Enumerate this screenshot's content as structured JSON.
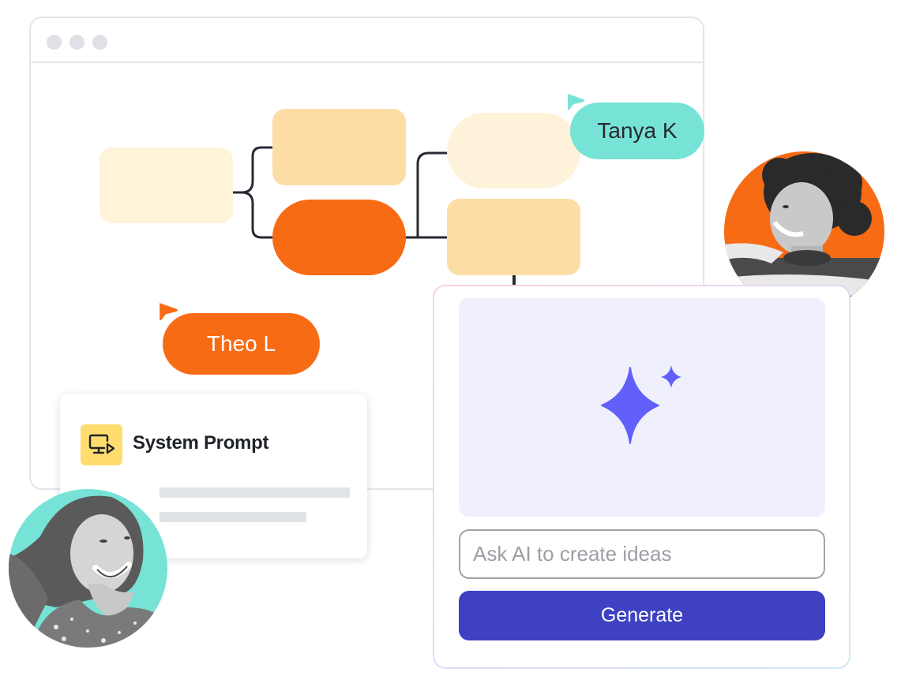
{
  "window": {
    "traffic_lights": [
      "dot",
      "dot",
      "dot"
    ]
  },
  "diagram": {
    "nodes": [
      {
        "id": "root",
        "shape": "rounded-rect",
        "color": "#fff3da"
      },
      {
        "id": "branch-top",
        "shape": "rounded-rect",
        "color": "#fddda6"
      },
      {
        "id": "branch-bottom",
        "shape": "pill",
        "color": "#f76b15"
      },
      {
        "id": "leaf-top",
        "shape": "pill",
        "color": "#fff2da"
      },
      {
        "id": "leaf-bottom",
        "shape": "rounded-rect",
        "color": "#fddda6"
      }
    ],
    "connector_color": "#262a33"
  },
  "collaborators": {
    "tanya": {
      "label": "Tanya K",
      "color": "#76e3d6"
    },
    "theo": {
      "label": "Theo L",
      "color": "#f76b15"
    }
  },
  "prompt_card": {
    "icon": "monitor-play-icon",
    "title": "System Prompt"
  },
  "ai_panel": {
    "icon": "sparkle-icon",
    "accent": "#6160fb",
    "input": {
      "value": "",
      "placeholder": "Ask AI to create ideas"
    },
    "generate_label": "Generate",
    "button_color": "#3d41c2"
  },
  "avatars": {
    "man": {
      "bg": "#f76b15"
    },
    "woman": {
      "bg": "#76e3d6"
    }
  }
}
